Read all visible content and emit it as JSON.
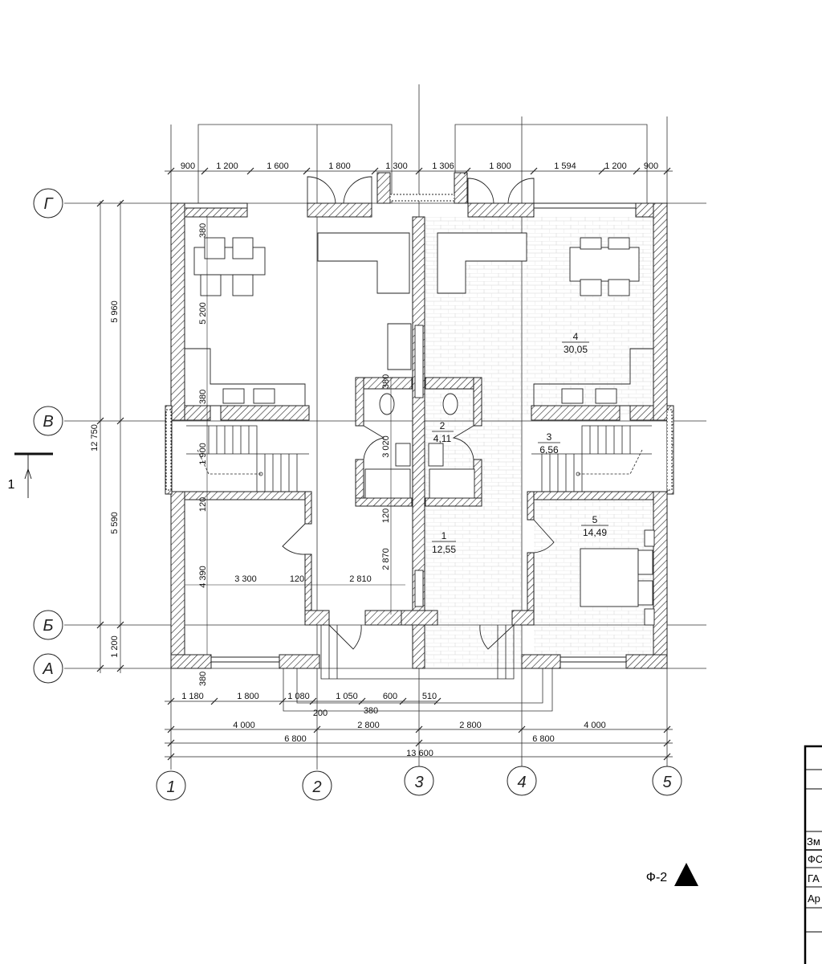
{
  "axes_letters": [
    "Г",
    "В",
    "Б",
    "А"
  ],
  "axes_numbers": [
    "1",
    "2",
    "3",
    "4",
    "5"
  ],
  "dims_top": [
    "900",
    "1 200",
    "1 600",
    "1 800",
    "1 300",
    "1 306",
    "1 800",
    "1 594",
    "1 200",
    "900"
  ],
  "dims_left": [
    "5 960",
    "5 590",
    "1 200",
    "12 750"
  ],
  "dims_bottom_1": [
    "1 180",
    "1 800",
    "1 080",
    "1 050",
    "600",
    "510"
  ],
  "dims_bottom_1b": [
    "200",
    "380"
  ],
  "dims_bottom_2": [
    "4 000",
    "2 800",
    "2 800",
    "4 000"
  ],
  "dims_bottom_3": [
    "6 800",
    "6 800"
  ],
  "dims_bottom_4": [
    "13 600"
  ],
  "dims_interior": {
    "d380a": "380",
    "d5200": "5 200",
    "d380b": "380",
    "d1900": "1 900",
    "d120a": "120",
    "d4390": "4 390",
    "d380c": "380",
    "d3300": "3 300",
    "d120b": "120",
    "d2810": "2 810",
    "d3020": "3 020",
    "d2870": "2 870",
    "d120c": "120",
    "d380d": "380"
  },
  "rooms": [
    {
      "num": "1",
      "area": "12,55"
    },
    {
      "num": "2",
      "area": "4,11"
    },
    {
      "num": "3",
      "area": "6,56"
    },
    {
      "num": "4",
      "area": "30,05"
    },
    {
      "num": "5",
      "area": "14,49"
    }
  ],
  "section_marker": "1",
  "sheet_label": "Ф-2",
  "title_block": [
    "Зм",
    "ФС",
    "ГА",
    "Ар"
  ]
}
